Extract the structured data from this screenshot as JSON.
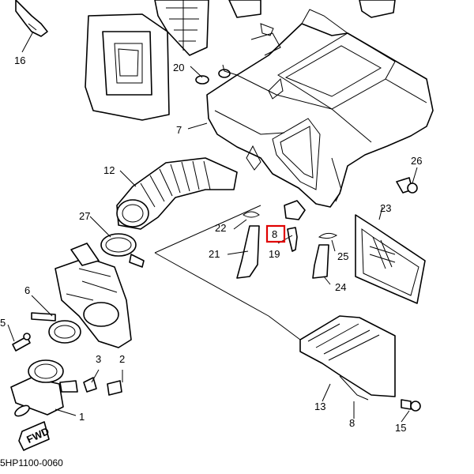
{
  "diagram_code": "5HP1100-0060",
  "highlight_color": "#e00000",
  "callouts": {
    "p1": "1",
    "p2": "2",
    "p3": "3",
    "p5": "5",
    "p6": "6",
    "p7": "7",
    "p8a": "8",
    "p8b": "8",
    "p12": "12",
    "p13": "13",
    "p15": "15",
    "p16": "16",
    "p19": "19",
    "p20": "20",
    "p21": "21",
    "p22": "22",
    "p23": "23",
    "p24": "24",
    "p25": "25",
    "p26": "26",
    "p27": "27"
  },
  "fwd_label": "FWD"
}
